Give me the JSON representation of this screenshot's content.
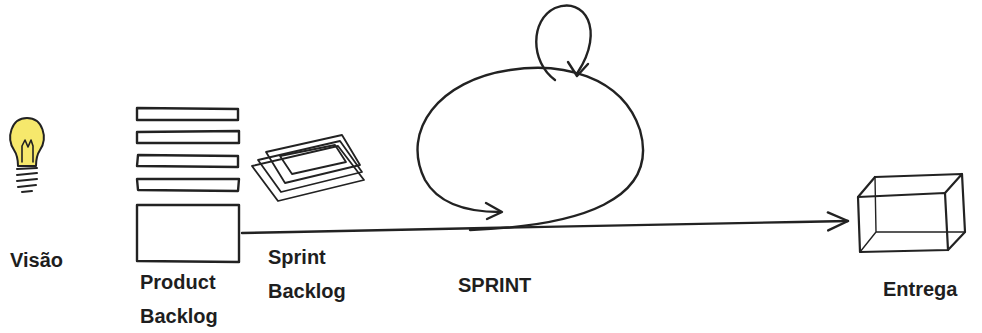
{
  "diagram": {
    "nodes": [
      {
        "text": [
          "Visão"
        ]
      },
      {
        "text": [
          "Product Backlog"
        ]
      },
      {
        "text": [
          "Sprint Backlog"
        ]
      },
      {
        "text": [
          "SPRINT"
        ]
      },
      {
        "text": [
          "Entrega"
        ]
      }
    ],
    "edges": [
      {
        "from": 1,
        "to": 4,
        "arrow": "to"
      }
    ]
  }
}
